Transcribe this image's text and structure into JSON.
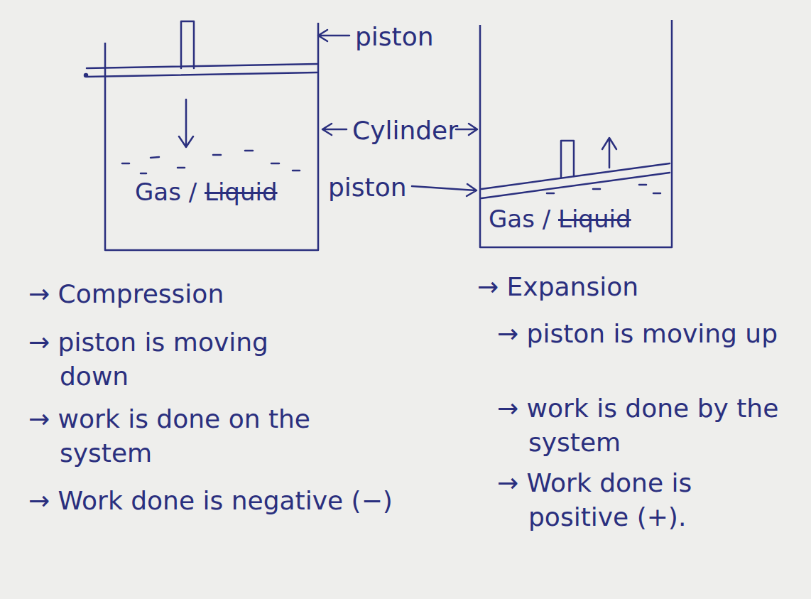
{
  "diagram": {
    "nodes": [
      {
        "text": [
          "Gas /",
          "Liquid"
        ]
      },
      {
        "text": [
          "Gas /",
          "Liquid"
        ]
      }
    ],
    "labels": [
      "piston",
      "Cylinder",
      "piston",
      "→ Compression",
      "→ piston is moving down",
      "→ work is done on the system",
      "→ Work done is negative (−)",
      "→ Expansion",
      "→ piston is moving up",
      "→ work is done by the system",
      "→ Work done is positive (+)."
    ]
  }
}
